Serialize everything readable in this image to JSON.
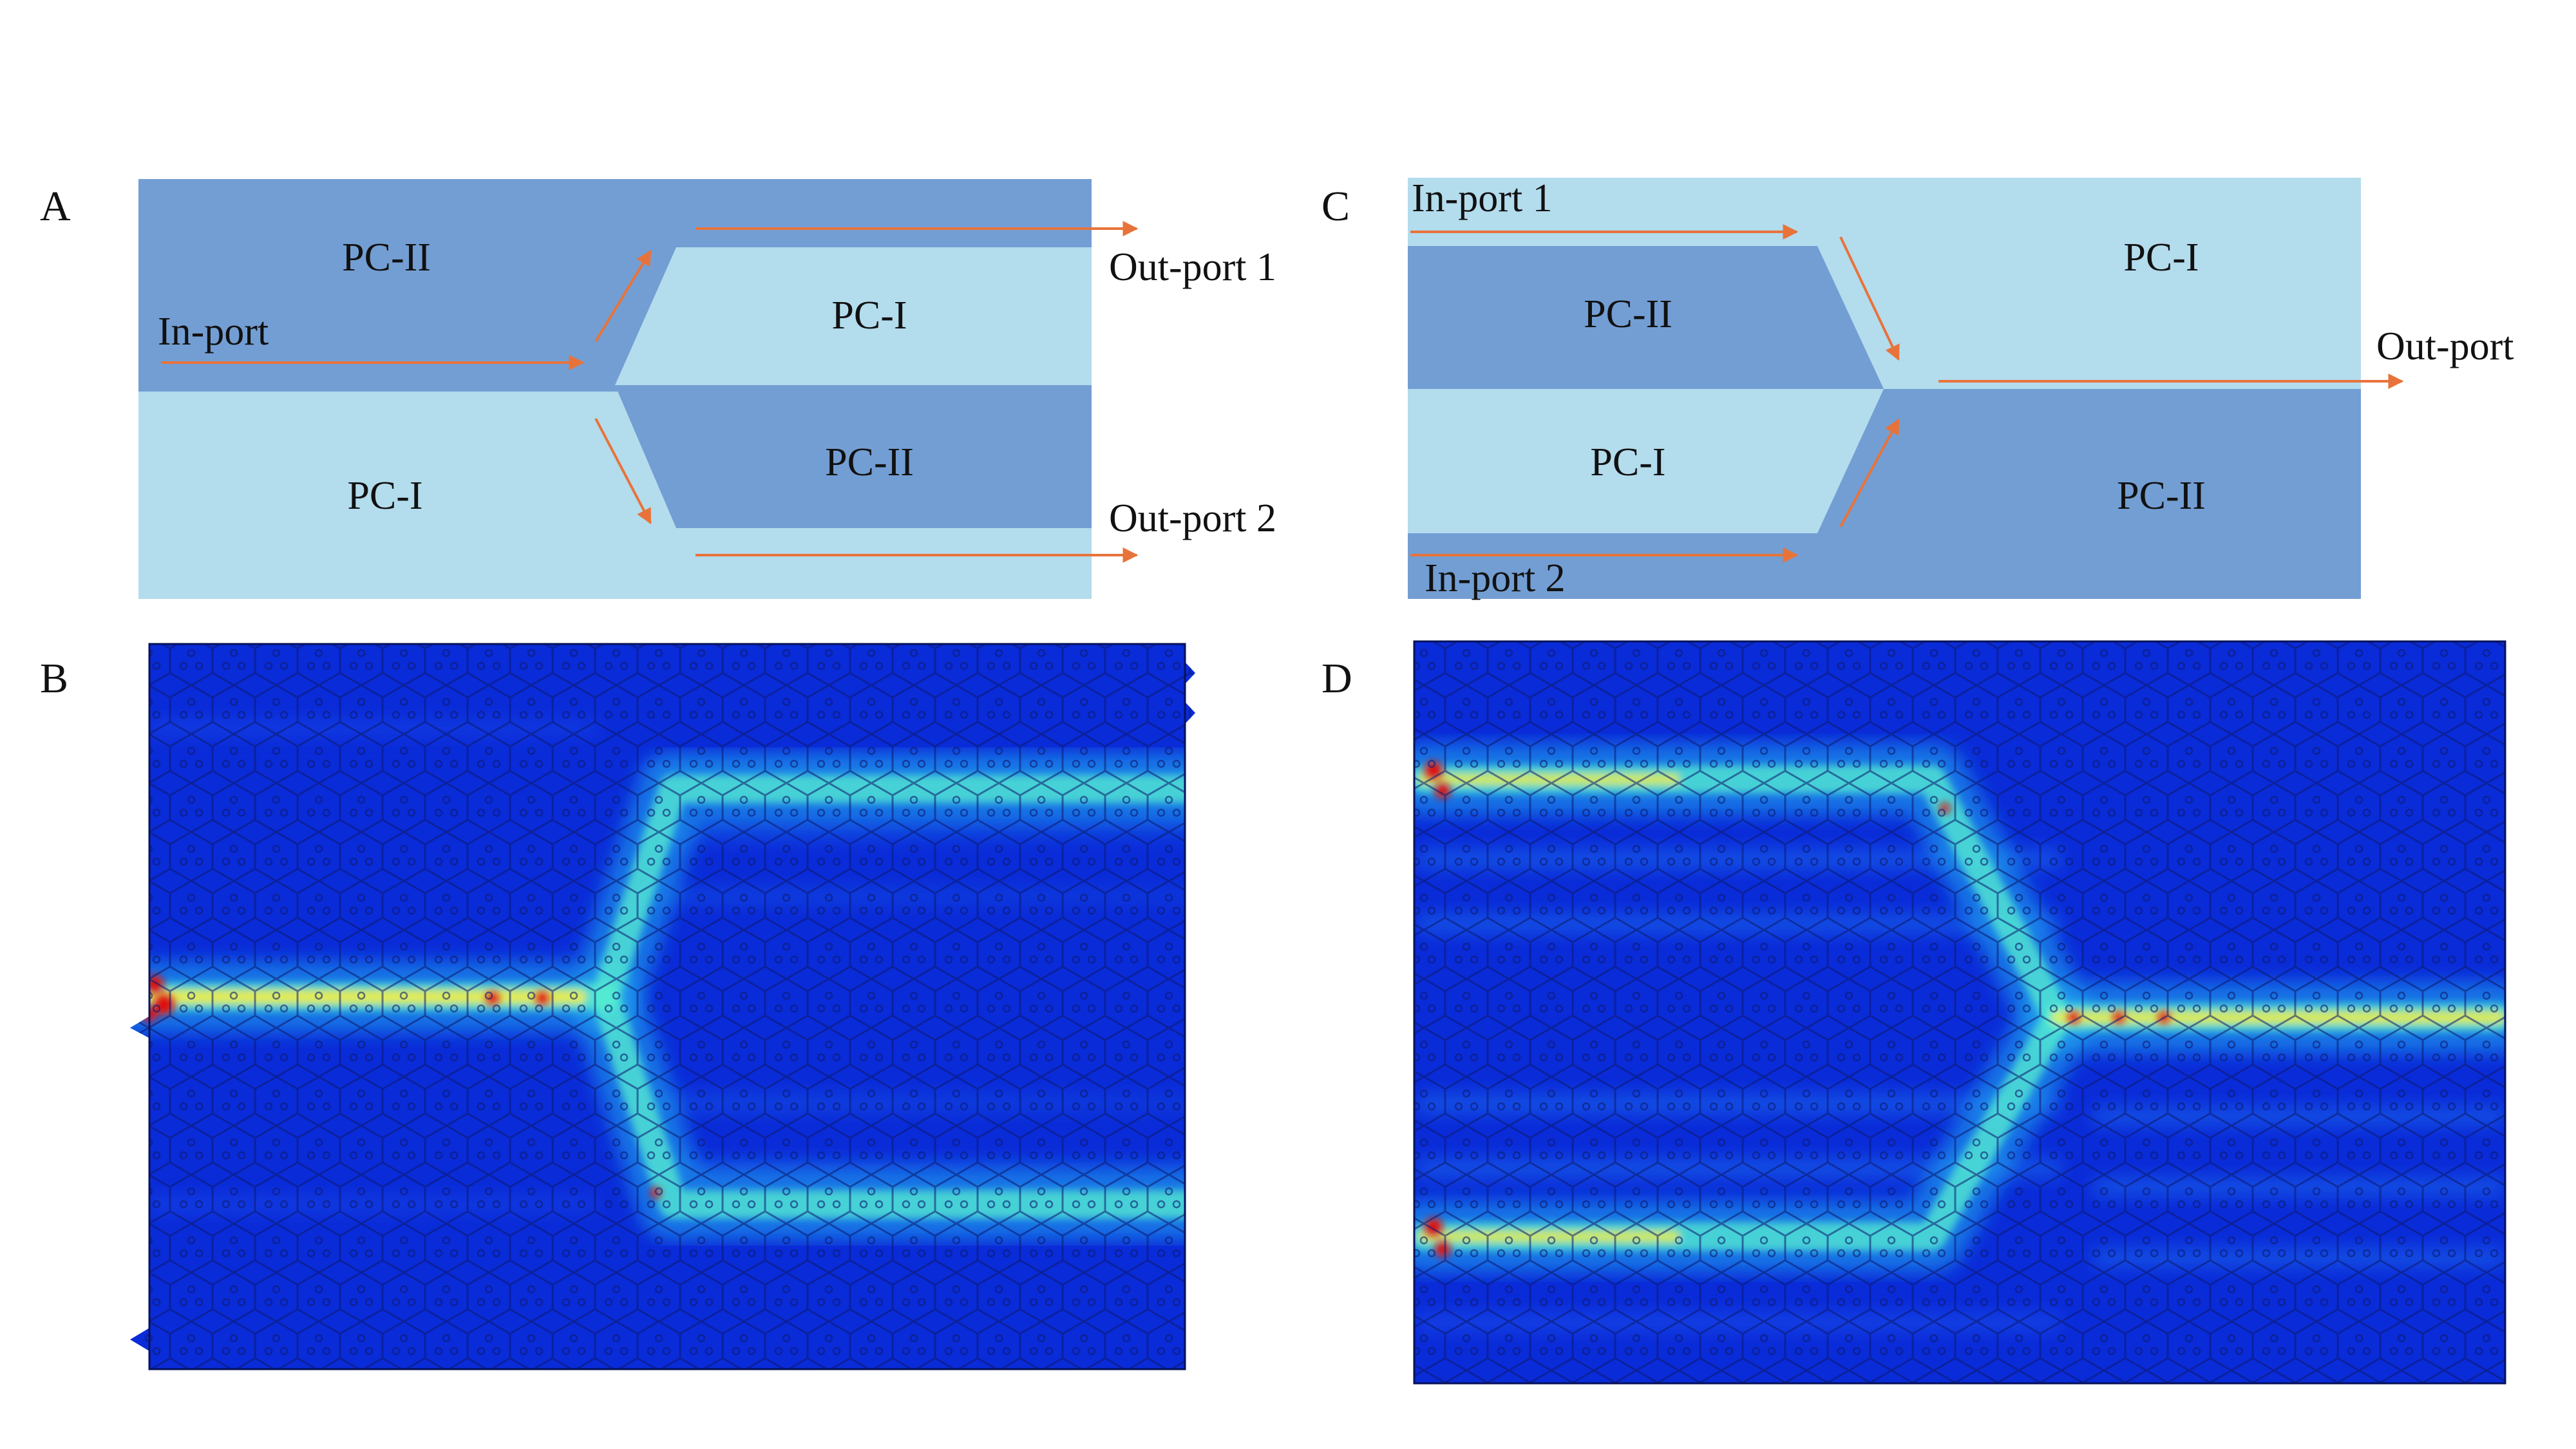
{
  "colors": {
    "pc1": "#b3dced",
    "pc2": "#739ed3",
    "arrow": "#e8733a",
    "field_bg": "#0a2bd8",
    "lattice_edge": "#0b1a6e",
    "field_hot": "#e01010",
    "field_warm": "#f7e82e",
    "field_mid": "#30e8c8"
  },
  "panels": {
    "A": {
      "letter": "A",
      "labels": {
        "top_left": "PC-II",
        "right_top": "PC-I",
        "right_bottom": "PC-II",
        "bottom_left": "PC-I",
        "in_port": "In-port",
        "out_port_1": "Out-port 1",
        "out_port_2": "Out-port 2"
      }
    },
    "B": {
      "letter": "B",
      "description_icon": "field-map-splitter"
    },
    "C": {
      "letter": "C",
      "labels": {
        "left_top": "PC-II",
        "left_bottom": "PC-I",
        "right_top": "PC-I",
        "right_bottom": "PC-II",
        "in_port_1": "In-port 1",
        "in_port_2": "In-port 2",
        "out_port": "Out-port"
      }
    },
    "D": {
      "letter": "D",
      "description_icon": "field-map-combiner"
    }
  }
}
